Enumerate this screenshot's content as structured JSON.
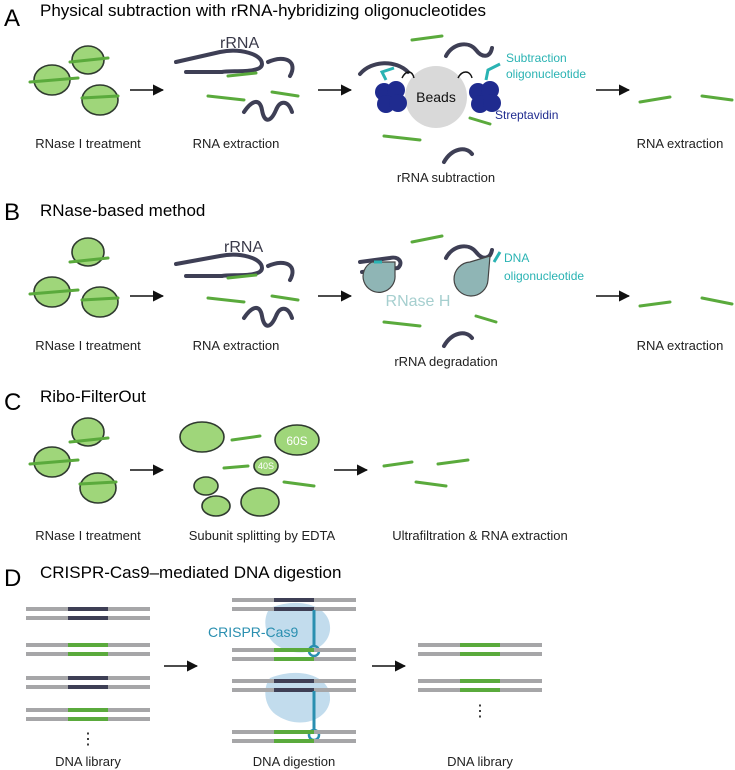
{
  "panels": {
    "a": {
      "letter": "A",
      "title": "Physical subtraction with rRNA-hybridizing oligonucleotides",
      "step1": "RNase I treatment",
      "step2": "RNA extraction",
      "step3": "rRNA subtraction",
      "step4": "RNA extraction",
      "rrna": "rRNA",
      "beads": "Beads",
      "oligo_line1": "Subtraction",
      "oligo_line2": "oligonucleotide",
      "streptavidin": "Streptavidin"
    },
    "b": {
      "letter": "B",
      "title": "RNase-based method",
      "step1": "RNase I treatment",
      "step2": "RNA extraction",
      "step3": "rRNA degradation",
      "step4": "RNA extraction",
      "rrna": "rRNA",
      "rnase_h": "RNase H",
      "oligo_line1": "DNA",
      "oligo_line2": "oligonucleotide"
    },
    "c": {
      "letter": "C",
      "title": "Ribo-FilterOut",
      "step1": "RNase I treatment",
      "step2": "Subunit splitting by EDTA",
      "step3": "Ultrafiltration & RNA extraction",
      "sub60": "60S",
      "sub40": "40S"
    },
    "d": {
      "letter": "D",
      "title": "CRISPR-Cas9–mediated DNA digestion",
      "step1": "DNA library",
      "step2": "DNA digestion",
      "step3": "DNA library",
      "cas9": "CRISPR-Cas9",
      "ellipsis": "⋮"
    }
  },
  "colors": {
    "ribosome": "#9fd67a",
    "mrna": "#5aaa3c",
    "rrna": "#3e3f55",
    "oligo": "#2ab3b3",
    "streptavidin": "#1f2b8f",
    "beads": "#d9d9d9",
    "rnase_h": "#8fb5b5",
    "cas9": "#2a8fb0",
    "dna": "#a6a6a8"
  }
}
